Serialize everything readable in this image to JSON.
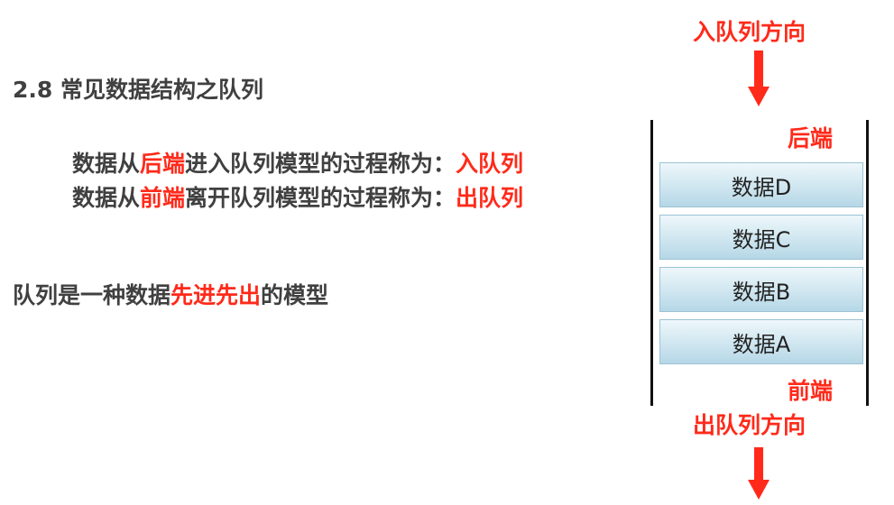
{
  "title": "2.8 常见数据结构之队列",
  "line1": {
    "prefix": "数据从",
    "highlight": "后端",
    "middle": "进入队列模型的过程称为：",
    "term": "入队列"
  },
  "line2": {
    "prefix": "数据从",
    "highlight": "前端",
    "middle": "离开队列模型的过程称为：",
    "term": "出队列"
  },
  "line3": {
    "prefix": "队列是一种数据",
    "highlight": "先进先出",
    "suffix": "的模型"
  },
  "diagram": {
    "enqueue_direction": "入队列方向",
    "dequeue_direction": "出队列方向",
    "rear_label": "后端",
    "front_label": "前端",
    "items": [
      "数据D",
      "数据C",
      "数据B",
      "数据A"
    ]
  },
  "colors": {
    "accent": "#ff2a1a",
    "text": "#404040",
    "slot_fill": "#cfe6f0"
  }
}
